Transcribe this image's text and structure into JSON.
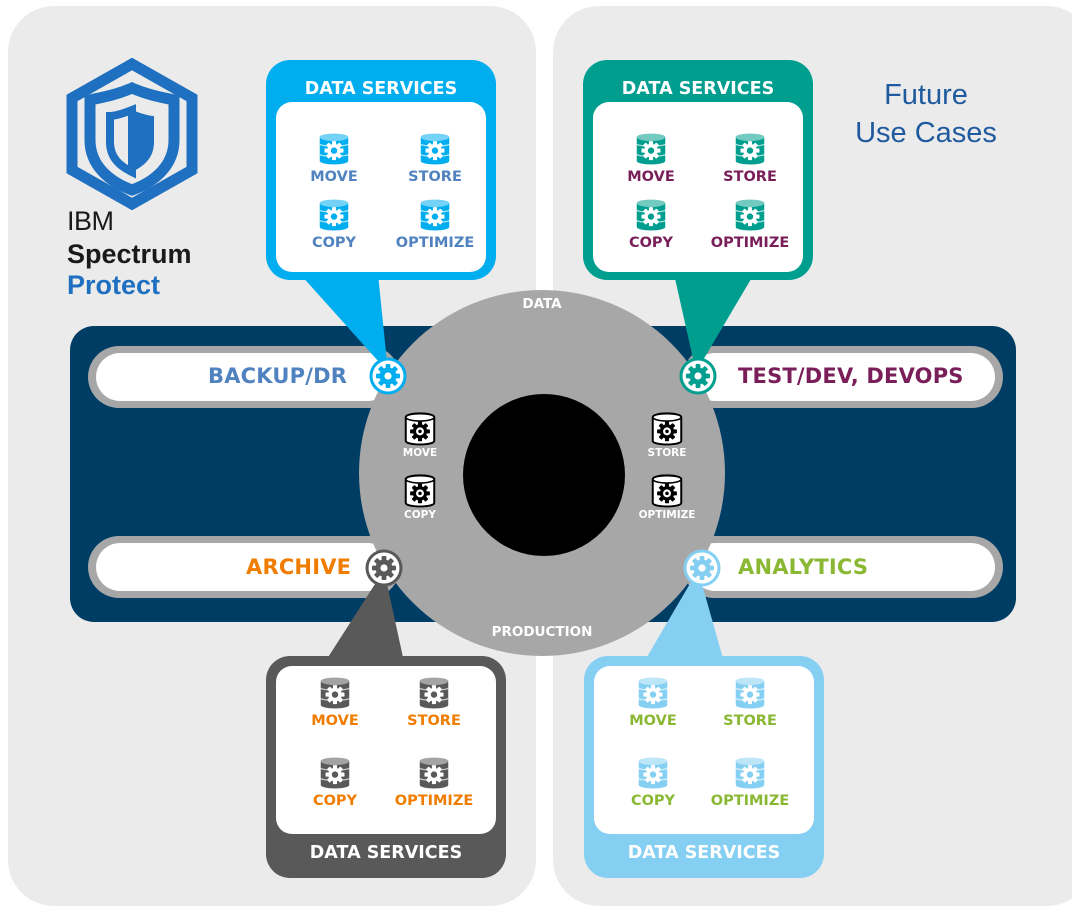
{
  "colors": {
    "panel_bg": "#ebebeb",
    "band": "#003d64",
    "ring": "#a7a7a7",
    "blue": "#00aeef",
    "teal": "#009e8e",
    "gray": "#595959",
    "light_blue": "#85cff2",
    "backup_text": "#4f82bf",
    "testdev_text": "#7a1e5a",
    "archive_text": "#f07c00",
    "analytics_text": "#8ab833"
  },
  "logo": {
    "icon": "ibm-spectrum-protect-shield-icon",
    "line1": "IBM",
    "line2": "Spectrum",
    "line3": "Protect"
  },
  "future": {
    "line1": "Future",
    "line2": "Use Cases"
  },
  "ring": {
    "top_label": "DATA",
    "bottom_label": "PRODUCTION",
    "services": [
      {
        "label": "MOVE",
        "icon": "database-gear-icon"
      },
      {
        "label": "COPY",
        "icon": "database-gear-icon"
      },
      {
        "label": "STORE",
        "icon": "database-gear-icon"
      },
      {
        "label": "OPTIMIZE",
        "icon": "database-gear-icon"
      }
    ]
  },
  "use_cases": [
    {
      "label": "BACKUP/DR",
      "icon": "gear-icon",
      "color": "#4f82bf"
    },
    {
      "label": "TEST/DEV, DEVOPS",
      "icon": "gear-icon",
      "color": "#7a1e5a"
    },
    {
      "label": "ARCHIVE",
      "icon": "gear-icon",
      "color": "#f07c00"
    },
    {
      "label": "ANALYTICS",
      "icon": "gear-icon",
      "color": "#8ab833"
    }
  ],
  "cards": [
    {
      "title": "DATA SERVICES",
      "services": [
        "MOVE",
        "STORE",
        "COPY",
        "OPTIMIZE"
      ]
    },
    {
      "title": "DATA SERVICES",
      "services": [
        "MOVE",
        "STORE",
        "COPY",
        "OPTIMIZE"
      ]
    },
    {
      "title": "DATA SERVICES",
      "services": [
        "MOVE",
        "STORE",
        "COPY",
        "OPTIMIZE"
      ]
    },
    {
      "title": "DATA SERVICES",
      "services": [
        "MOVE",
        "STORE",
        "COPY",
        "OPTIMIZE"
      ]
    }
  ]
}
